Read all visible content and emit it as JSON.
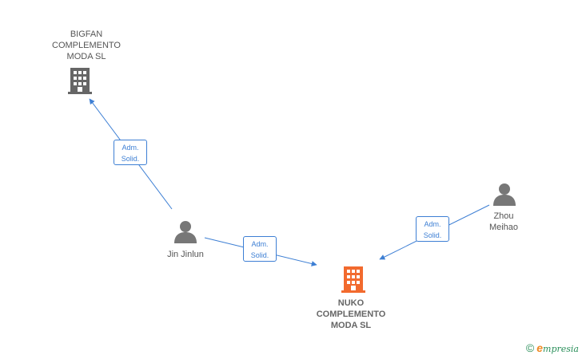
{
  "nodes": {
    "bigfan": {
      "lines": [
        "BIGFAN",
        "COMPLEMENTO",
        "MODA SL"
      ],
      "icon": "building-icon",
      "color": "#666666"
    },
    "nuko": {
      "lines": [
        "NUKO",
        "COMPLEMENTO",
        "MODA SL"
      ],
      "icon": "building-icon",
      "color": "#f26a2e"
    },
    "jin": {
      "lines": [
        "Jin Jinlun"
      ],
      "icon": "person-icon",
      "color": "#777777"
    },
    "zhou": {
      "lines": [
        "Zhou",
        "Meihao"
      ],
      "icon": "person-icon",
      "color": "#777777"
    }
  },
  "edges": [
    {
      "from": "Jin Jinlun",
      "to": "BIGFAN COMPLEMENTO MODA SL",
      "lines": [
        "Adm.",
        "Solid."
      ]
    },
    {
      "from": "Jin Jinlun",
      "to": "NUKO COMPLEMENTO MODA SL",
      "lines": [
        "Adm.",
        "Solid."
      ]
    },
    {
      "from": "Zhou Meihao",
      "to": "NUKO COMPLEMENTO MODA SL",
      "lines": [
        "Adm.",
        "Solid."
      ]
    }
  ],
  "edge_color": "#3d7fd4",
  "brand": {
    "copyright": "©",
    "e": "e",
    "rest": "mpresia"
  }
}
